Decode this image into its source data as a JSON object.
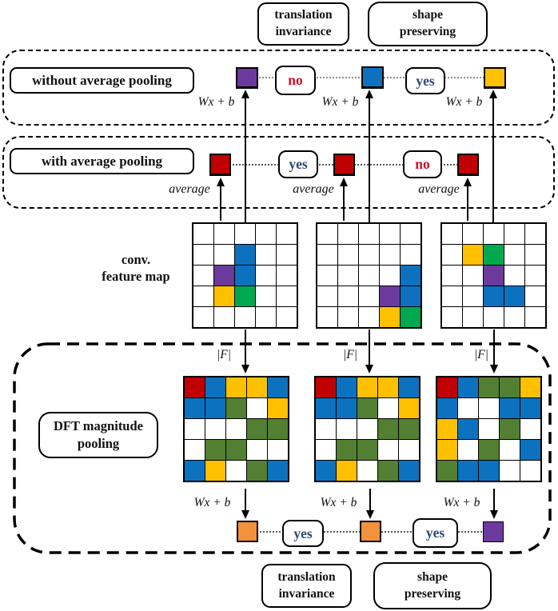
{
  "colors": {
    "blue": "#0C72BF",
    "purple": "#6C3A9C",
    "yellow": "#FFC000",
    "green": "#00A850",
    "red": "#C00000",
    "dft_green": "#527F32",
    "orange": "#F2923C",
    "yes_text": "#2E4A73",
    "no_text": "#CE1126"
  },
  "cell_colors": {
    ".": "#FFFFFF",
    "B": "#0C72BF",
    "P": "#6C3A9C",
    "Y": "#FFC000",
    "G": "#00A850",
    "R": "#C00000",
    "D": "#527F32"
  },
  "top": {
    "translation": [
      "translation",
      "invariance"
    ],
    "shape": [
      "shape",
      "preserving"
    ]
  },
  "without_pooling": {
    "label": "without average pooling",
    "verdicts": [
      "no",
      "yes"
    ]
  },
  "with_pooling": {
    "label": "with average pooling",
    "verdicts": [
      "yes",
      "no"
    ]
  },
  "math": {
    "wxb": "Wx + b",
    "average": "average",
    "f": "|F|"
  },
  "feature_maps": {
    "label": [
      "conv.",
      "feature map"
    ],
    "grids": [
      [
        ".....",
        "..B..",
        ".PB..",
        ".YG..",
        "....."
      ],
      [
        ".....",
        ".....",
        "....B",
        "...PB",
        "...YG"
      ],
      [
        ".....",
        ".YG..",
        "..P..",
        "..BB.",
        "....."
      ]
    ]
  },
  "dft": {
    "label": [
      "DFT magnitude",
      "pooling"
    ],
    "grids": [
      [
        "RBYYB",
        "BBD.Y",
        "...DD",
        ".DD..",
        "BY.DB"
      ],
      [
        "RBYYB",
        "BBD.Y",
        "...DD",
        ".DD..",
        "BY.DB"
      ],
      [
        "RBDDY",
        "B..BB",
        "YB.D.",
        "Y.D.B",
        "DBB.."
      ]
    ],
    "verdicts": [
      "yes",
      "yes"
    ]
  },
  "bottom": {
    "translation": [
      "translation",
      "invariance"
    ],
    "shape": [
      "shape",
      "preserving"
    ]
  }
}
